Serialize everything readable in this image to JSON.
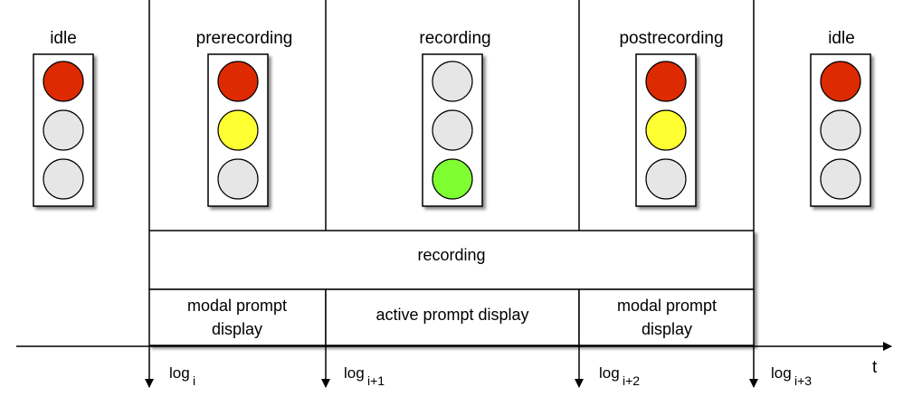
{
  "colors": {
    "red": "#dd2a00",
    "yellow": "#ffff33",
    "green": "#7fff33",
    "off": "#e6e6e6"
  },
  "stages": [
    {
      "label": "idle",
      "lights": [
        "red",
        "off",
        "off"
      ]
    },
    {
      "label": "prerecording",
      "lights": [
        "red",
        "yellow",
        "off"
      ]
    },
    {
      "label": "recording",
      "lights": [
        "off",
        "off",
        "green"
      ]
    },
    {
      "label": "postrecording",
      "lights": [
        "red",
        "yellow",
        "off"
      ]
    },
    {
      "label": "idle",
      "lights": [
        "red",
        "off",
        "off"
      ]
    }
  ],
  "recording_box": {
    "label": "recording"
  },
  "prompt_boxes": [
    {
      "line1": "modal prompt",
      "line2": "display"
    },
    {
      "line1": "active prompt display",
      "line2": ""
    },
    {
      "line1": "modal prompt",
      "line2": "display"
    }
  ],
  "time_axis": {
    "label": "t"
  },
  "logs": [
    {
      "base": "log",
      "sub": "i"
    },
    {
      "base": "log",
      "sub": "i+1"
    },
    {
      "base": "log",
      "sub": "i+2"
    },
    {
      "base": "log",
      "sub": "i+3"
    }
  ]
}
